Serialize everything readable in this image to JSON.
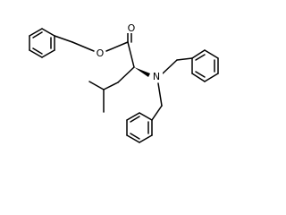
{
  "molecule": {
    "atoms": {
      "ester_oxygen": "O",
      "carbonyl_oxygen": "O",
      "amine_nitrogen": "N"
    }
  }
}
